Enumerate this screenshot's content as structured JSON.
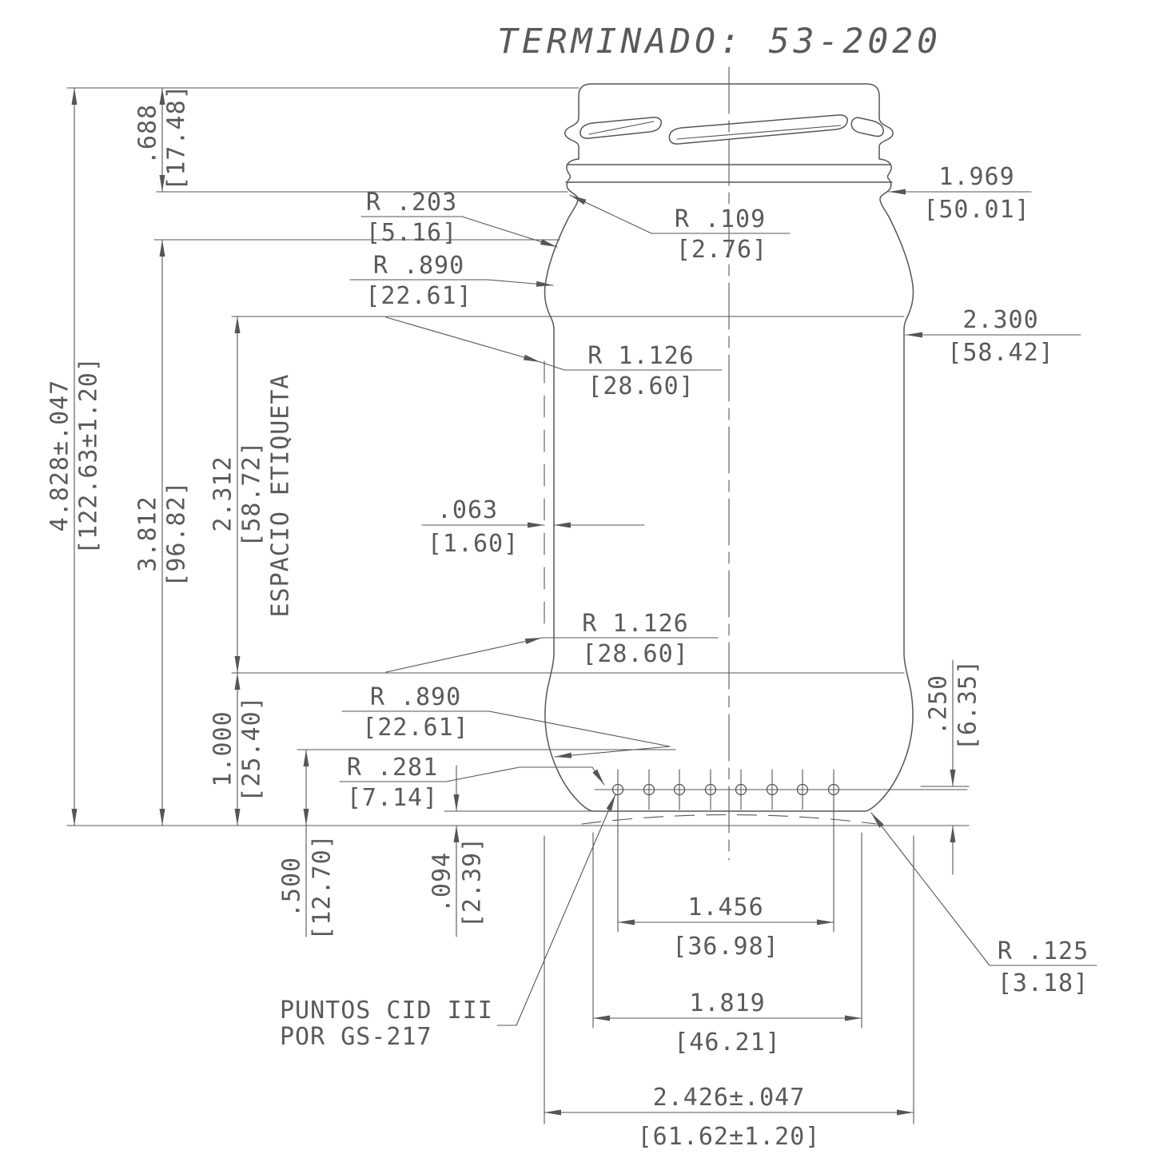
{
  "title": "TERMINADO: 53-2020",
  "dims": {
    "finish_height": {
      "in": ".688",
      "mm": "[17.48]"
    },
    "overall_height": {
      "in": "4.828±.047",
      "mm": "[122.63±1.20]"
    },
    "body_height": {
      "in": "3.812",
      "mm": "[96.82]"
    },
    "label_height": {
      "in": "2.312",
      "mm": "[58.72]"
    },
    "label_note": "ESPACIO ETIQUETA",
    "base_height": {
      "in": "1.000",
      "mm": "[25.40]"
    },
    "heel_height": {
      "in": ".500",
      "mm": "[12.70]"
    },
    "pushup": {
      "in": ".094",
      "mm": "[2.39]"
    },
    "bearing_height": {
      "in": ".250",
      "mm": "[6.35]"
    },
    "finish_dia": {
      "in": "1.969",
      "mm": "[50.01]"
    },
    "body_dia": {
      "in": "2.300",
      "mm": "[58.42]"
    },
    "panel_offset": {
      "in": ".063",
      "mm": "[1.60]"
    },
    "dot_span": {
      "in": "1.456",
      "mm": "[36.98]"
    },
    "base_dia": {
      "in": "1.819",
      "mm": "[46.21]"
    },
    "max_dia": {
      "in": "2.426±.047",
      "mm": "[61.62±1.20]"
    }
  },
  "radii": {
    "r203": {
      "label": "R .203",
      "mm": "[5.16]"
    },
    "r109": {
      "label": "R .109",
      "mm": "[2.76]"
    },
    "r890_top": {
      "label": "R .890",
      "mm": "[22.61]"
    },
    "r1126_top": {
      "label": "R 1.126",
      "mm": "[28.60]"
    },
    "r1126_bottom": {
      "label": "R 1.126",
      "mm": "[28.60]"
    },
    "r890_bottom": {
      "label": "R .890",
      "mm": "[22.61]"
    },
    "r281": {
      "label": "R .281",
      "mm": "[7.14]"
    },
    "r125": {
      "label": "R .125",
      "mm": "[3.18]"
    }
  },
  "notes": {
    "cid_line1": "PUNTOS CID III",
    "cid_line2": "POR GS-217"
  },
  "colors": {
    "line": "#565656",
    "background": "#ffffff"
  }
}
